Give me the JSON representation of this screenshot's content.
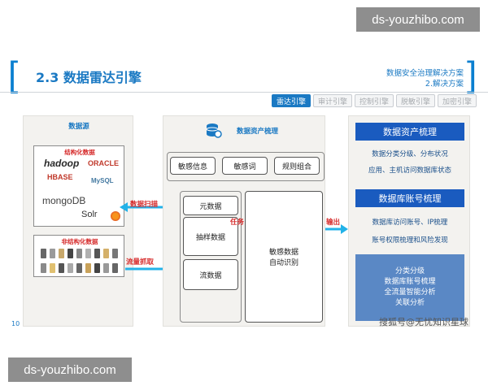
{
  "watermark_top": "ds-youzhibo.com",
  "watermark_bottom": "ds-youzhibo.com",
  "slide": {
    "title": "2.3 数据雷达引擎",
    "right_title_1": "数据安全治理解决方案",
    "right_title_2": "2.解决方案",
    "tabs": [
      "雷达引擎",
      "审计引擎",
      "控制引擎",
      "脱敏引擎",
      "加密引擎"
    ],
    "page_number": "10",
    "sohu_watermark": "搜狐号@无忧知识星球"
  },
  "left_panel": {
    "title": "数据源",
    "structured_label": "结构化数据",
    "unstructured_label": "非结构化数据",
    "logos": [
      "hadoop",
      "ORACLE",
      "HBASE",
      "MySQL",
      "mongoDB",
      "Solr"
    ]
  },
  "arrows": {
    "scan": "数据扫描",
    "traffic": "流量抓取",
    "task": "任务",
    "output": "输出"
  },
  "middle_panel": {
    "title": "数据资产梳理",
    "top_items": [
      "敏感信息",
      "敏感词",
      "规则组合"
    ],
    "left_items": [
      "元数据",
      "抽样数据",
      "流数据"
    ],
    "identify": "敏感数据\n自动识别"
  },
  "right_panel": {
    "header1": "数据资产梳理",
    "line1": "数据分类分级、分布状况",
    "line2": "应用、主机访问数据库状态",
    "header2": "数据库账号梳理",
    "line3": "数据库访问账号、IP梳理",
    "line4": "账号权限梳理和风险发现",
    "summary": [
      "分类分级",
      "数据库账号梳理",
      "全流量智能分析",
      "关联分析"
    ]
  },
  "colors": {
    "accent": "#1a79c3",
    "dark_blue": "#1a5bbf",
    "arrow": "#22b2e8",
    "red_label": "#d62b2b"
  }
}
